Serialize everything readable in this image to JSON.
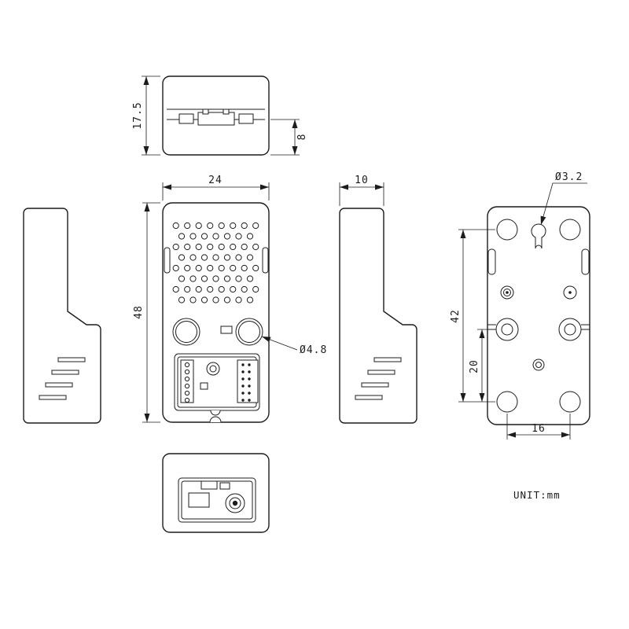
{
  "meta": {
    "background_color": "#ffffff",
    "line_color": "#1c1c1c",
    "unit_note": "UNIT:mm"
  },
  "dims": {
    "top_view_depth": "17.5",
    "top_view_step": "8",
    "front_width": "24",
    "front_height": "48",
    "side_body_depth": "10",
    "back_vertical_span": "42",
    "back_lower_span": "20",
    "back_hole_spacing": "16",
    "front_hole_dia": "Ø4.8",
    "back_hole_dia": "Ø3.2"
  }
}
